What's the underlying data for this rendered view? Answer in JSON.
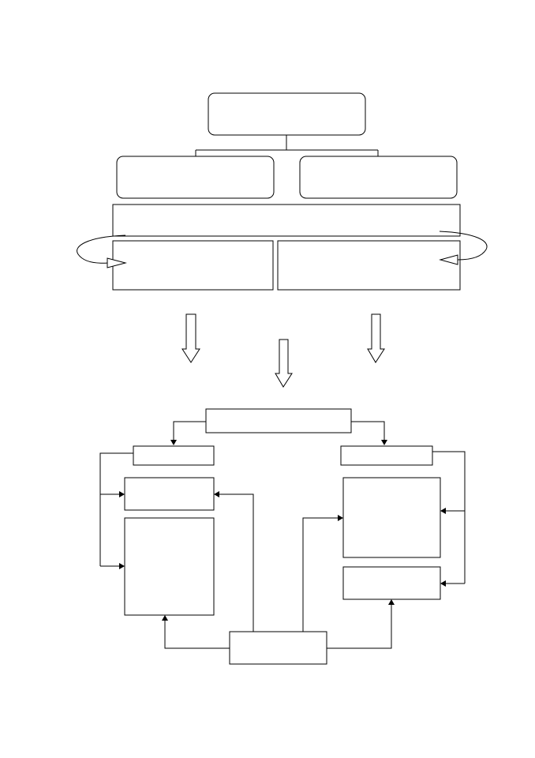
{
  "diagram": {
    "stroke_color": "#000000",
    "background_color": "#ffffff",
    "top_section": {
      "boxes": [
        "top-box",
        "left-box",
        "right-box",
        "wide-band",
        "lower-left-box",
        "lower-right-box"
      ],
      "labels": []
    },
    "transition_arrows": 3,
    "bottom_section": {
      "boxes": [
        "hub-top",
        "left-header",
        "right-header",
        "left-small-box",
        "left-tall-box",
        "right-tall-box",
        "right-small-box",
        "hub-bottom"
      ],
      "labels": []
    }
  }
}
